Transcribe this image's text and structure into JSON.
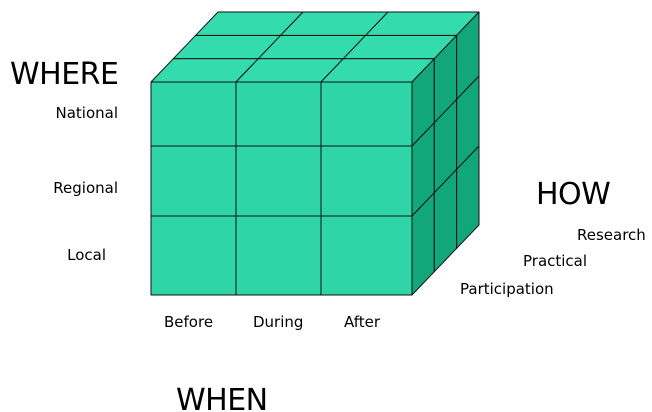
{
  "headings": {
    "where": "WHERE",
    "how": "HOW",
    "when": "WHEN"
  },
  "where_levels": [
    "National",
    "Regional",
    "Local"
  ],
  "when_phases": [
    "Before",
    "During",
    "After"
  ],
  "how_modes": [
    "Research",
    "Practical",
    "Participation"
  ],
  "colors": {
    "front": "#2fd5a6",
    "top": "#34dcad",
    "side": "#12a67b",
    "edge": "#111111"
  }
}
